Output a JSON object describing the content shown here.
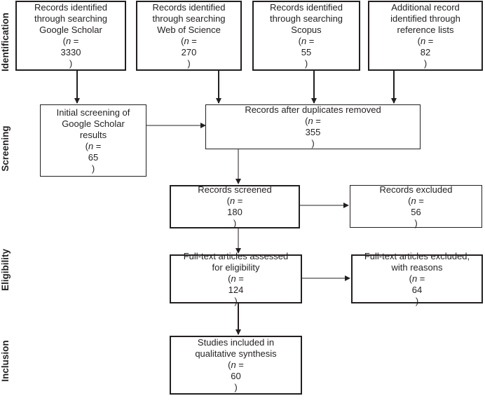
{
  "stages": {
    "identification": "Identification",
    "screening": "Screening",
    "eligibility": "Eligibility",
    "inclusion": "Inclusion"
  },
  "boxes": {
    "google_scholar": {
      "lines": [
        "Records identified",
        "through searching",
        "Google Scholar"
      ],
      "n": "3330"
    },
    "web_of_science": {
      "lines": [
        "Records identified",
        "through searching",
        "Web of Science"
      ],
      "n": "270"
    },
    "scopus": {
      "lines": [
        "Records identified",
        "through searching",
        "Scopus"
      ],
      "n": "55"
    },
    "reference_lists": {
      "lines": [
        "Additional record",
        "identified through",
        "reference lists"
      ],
      "n": "82"
    },
    "initial_screening": {
      "lines": [
        "Initial screening of",
        "Google Scholar",
        "results"
      ],
      "n": "65"
    },
    "after_duplicates": {
      "lines": [
        "Records after duplicates removed"
      ],
      "n": "355"
    },
    "screened": {
      "lines": [
        "Records screened"
      ],
      "n": "180"
    },
    "excluded": {
      "lines": [
        "Records excluded"
      ],
      "n": "56"
    },
    "fulltext_assessed": {
      "lines": [
        "Full-text articles assessed",
        "for eligibility"
      ],
      "n": "124"
    },
    "fulltext_excluded": {
      "lines": [
        "Full-text articles excluded,",
        "with reasons"
      ],
      "n": "64"
    },
    "included": {
      "lines": [
        "Studies included in",
        "qualitative synthesis"
      ],
      "n": "60"
    }
  },
  "n_prefix": "n",
  "n_equals": " = "
}
